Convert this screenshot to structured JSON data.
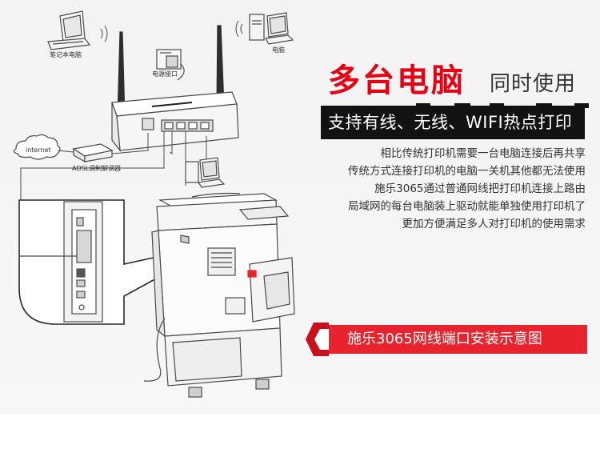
{
  "headline": {
    "main": "多台电脑",
    "sub": "同时使用"
  },
  "feature_bar": {
    "text": "支持有线、无线、WIFI热点打印"
  },
  "description": [
    "相比传统打印机需要一台电脑连接后再共享",
    "传统方式连接打印机的电脑一关机其他都无法使用",
    "施乐3065通过普通网线把打印机连接上路由",
    "局域网的每台电脑装上驱动就能单独使用打印机了",
    "更加方便满足多人对打印机的使用需求"
  ],
  "caption": {
    "text": "施乐3065网线端口安装示意图"
  },
  "diagram_labels": {
    "laptop": "笔记本电脑",
    "desktop": "电脑",
    "power": "电源接口",
    "internet": "internet",
    "modem": "ADSL调制解调器"
  },
  "colors": {
    "accent_red": "#e60012",
    "caption_red": "#e8232d",
    "bar_black": "#121212",
    "text_dark": "#333333"
  }
}
